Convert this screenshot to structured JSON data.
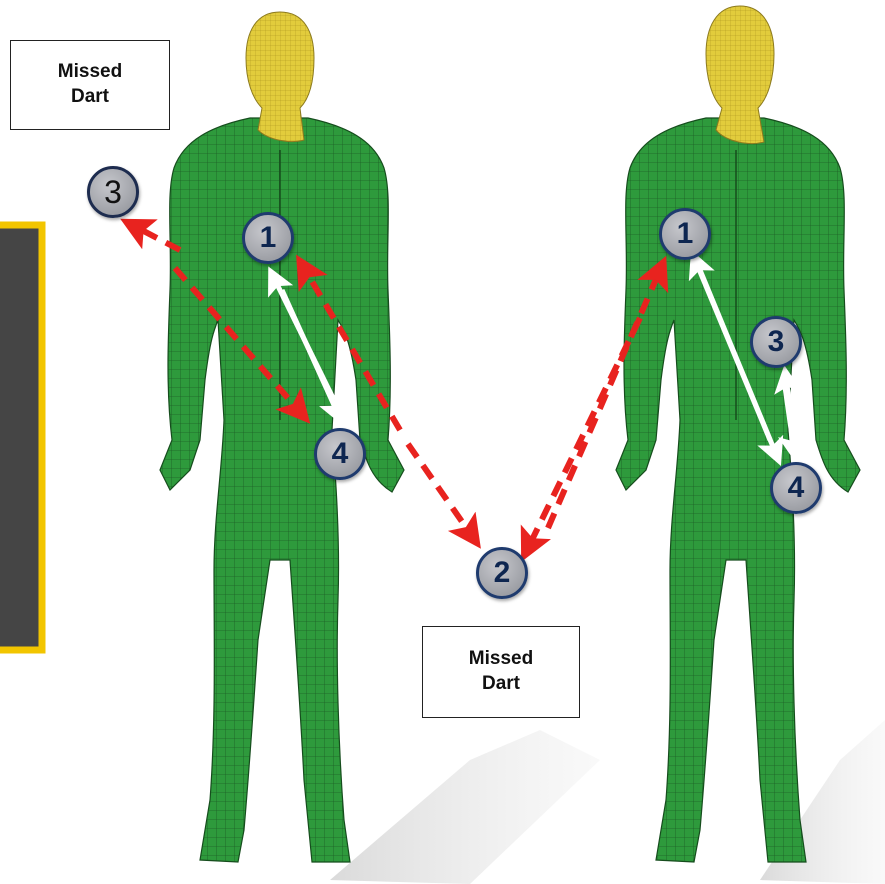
{
  "labels": {
    "missed_left": "Missed\nDart",
    "missed_right": "Missed\nDart"
  },
  "markers": {
    "left_1": "1",
    "left_3": "3",
    "left_4": "4",
    "center_2": "2",
    "right_1": "1",
    "right_3": "3",
    "right_4": "4"
  },
  "colors": {
    "body_green": "#2e9a3c",
    "head_yellow": "#e2cc3c",
    "dashed_arrow": "#e8231f",
    "solid_arrow": "#ffffff",
    "panel_border": "#f2c500",
    "panel_fill": "#454545",
    "marker_border": "#1f3b6e"
  }
}
